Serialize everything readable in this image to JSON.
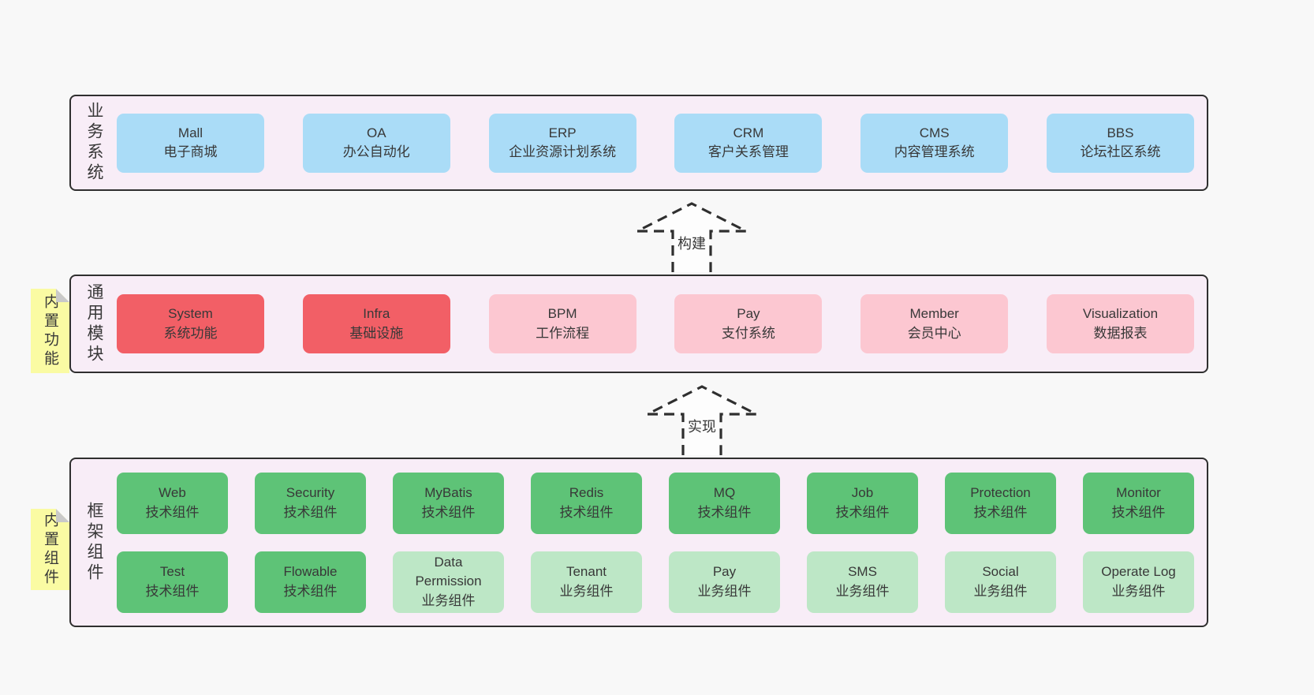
{
  "colors": {
    "page-bg": "#f8f8f8",
    "panel-bg": "#f8edf7",
    "line": "#2f2f2f",
    "text": "#383838",
    "blue": "#aadcf7",
    "red": "#f25f66",
    "pink": "#fcc7d1",
    "green": "#5ec377",
    "lightgreen": "#bde7c6",
    "yellow": "#fafba3",
    "fold": "#c9c9c9",
    "arrowfill": "#fdfdfd"
  },
  "business": {
    "label": "业务系统",
    "items": [
      {
        "en": "Mall",
        "zh": "电子商城"
      },
      {
        "en": "OA",
        "zh": "办公自动化"
      },
      {
        "en": "ERP",
        "zh": "企业资源计划系统"
      },
      {
        "en": "CRM",
        "zh": "客户关系管理"
      },
      {
        "en": "CMS",
        "zh": "内容管理系统"
      },
      {
        "en": "BBS",
        "zh": "论坛社区系统"
      }
    ]
  },
  "arrow_build": {
    "label": "构建"
  },
  "modules": {
    "label": "通用模块",
    "tag": "内置功能",
    "items": [
      {
        "en": "System",
        "zh": "系统功能"
      },
      {
        "en": "Infra",
        "zh": "基础设施"
      },
      {
        "en": "BPM",
        "zh": "工作流程"
      },
      {
        "en": "Pay",
        "zh": "支付系统"
      },
      {
        "en": "Member",
        "zh": "会员中心"
      },
      {
        "en": "Visualization",
        "zh": "数据报表"
      }
    ]
  },
  "arrow_implement": {
    "label": "实现"
  },
  "framework": {
    "label": "框架组件",
    "tag": "内置组件",
    "row1": [
      {
        "en": "Web",
        "zh": "技术组件"
      },
      {
        "en": "Security",
        "zh": "技术组件"
      },
      {
        "en": "MyBatis",
        "zh": "技术组件"
      },
      {
        "en": "Redis",
        "zh": "技术组件"
      },
      {
        "en": "MQ",
        "zh": "技术组件"
      },
      {
        "en": "Job",
        "zh": "技术组件"
      },
      {
        "en": "Protection",
        "zh": "技术组件"
      },
      {
        "en": "Monitor",
        "zh": "技术组件"
      }
    ],
    "row2": [
      {
        "en": "Test",
        "zh": "技术组件"
      },
      {
        "en": "Flowable",
        "zh": "技术组件"
      },
      {
        "en": "Data Permission",
        "zh": "业务组件"
      },
      {
        "en": "Tenant",
        "zh": "业务组件"
      },
      {
        "en": "Pay",
        "zh": "业务组件"
      },
      {
        "en": "SMS",
        "zh": "业务组件"
      },
      {
        "en": "Social",
        "zh": "业务组件"
      },
      {
        "en": "Operate Log",
        "zh": "业务组件"
      }
    ]
  }
}
